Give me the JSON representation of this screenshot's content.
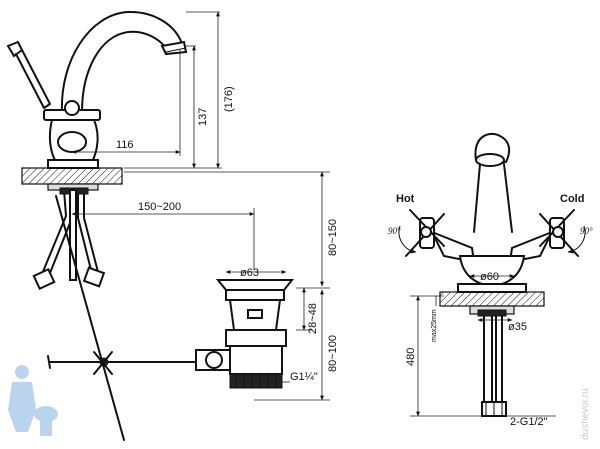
{
  "labels": {
    "spout_reach": "116",
    "spout_height": "137",
    "total_height": "(176)",
    "drain_offset": "150~200",
    "range_top": "80~150",
    "range_bottom": "80~100",
    "plug_diameter": "ø63",
    "drain_adjust": "28~48",
    "drain_thread": "G1¼\"",
    "hot": "Hot",
    "cold": "Cold",
    "angle_left": "90°",
    "angle_right": "90°",
    "base_diameter": "ø60",
    "stud_diameter": "ø35",
    "hose_length": "480",
    "max_thickness": "max25mm",
    "inlet_thread": "2-G1/2\"",
    "watermark": "dushevoi.ru"
  },
  "colors": {
    "line": "#111111",
    "background": "#ffffff",
    "watermark": "#c9c9c9",
    "mascot": "#9ec3e6"
  }
}
